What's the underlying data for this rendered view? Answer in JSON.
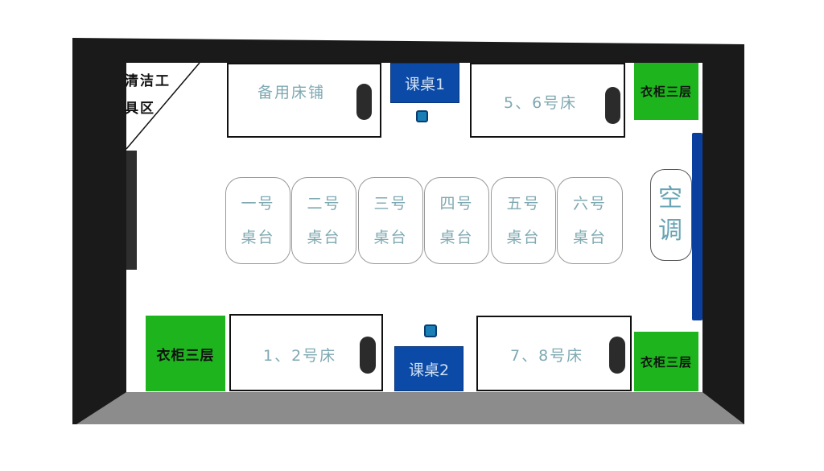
{
  "cleaning_area": {
    "line1": "清洁工",
    "line2": "具区"
  },
  "beds": [
    {
      "label": "备用床铺"
    },
    {
      "label": "5、6号床"
    },
    {
      "label": "1、2号床"
    },
    {
      "label": "7、8号床"
    }
  ],
  "desks": [
    {
      "label": "课桌1"
    },
    {
      "label": "课桌2"
    }
  ],
  "wardrobes": [
    {
      "label": "衣柜三层"
    },
    {
      "label": "衣柜三层"
    },
    {
      "label": "衣柜三层"
    }
  ],
  "tables": [
    {
      "l1": "一号",
      "l2": "桌台"
    },
    {
      "l1": "二号",
      "l2": "桌台"
    },
    {
      "l1": "三号",
      "l2": "桌台"
    },
    {
      "l1": "四号",
      "l2": "桌台"
    },
    {
      "l1": "五号",
      "l2": "桌台"
    },
    {
      "l1": "六号",
      "l2": "桌台"
    }
  ],
  "air_conditioner": {
    "l1": "空",
    "l2": "调"
  },
  "colors": {
    "wall": "#1a1a1a",
    "floor_edge": "#8a8a8a",
    "desk": "#0b4aa6",
    "wardrobe": "#1eb41e",
    "window": "#0b3f9e",
    "label": "#7fa9b2"
  }
}
